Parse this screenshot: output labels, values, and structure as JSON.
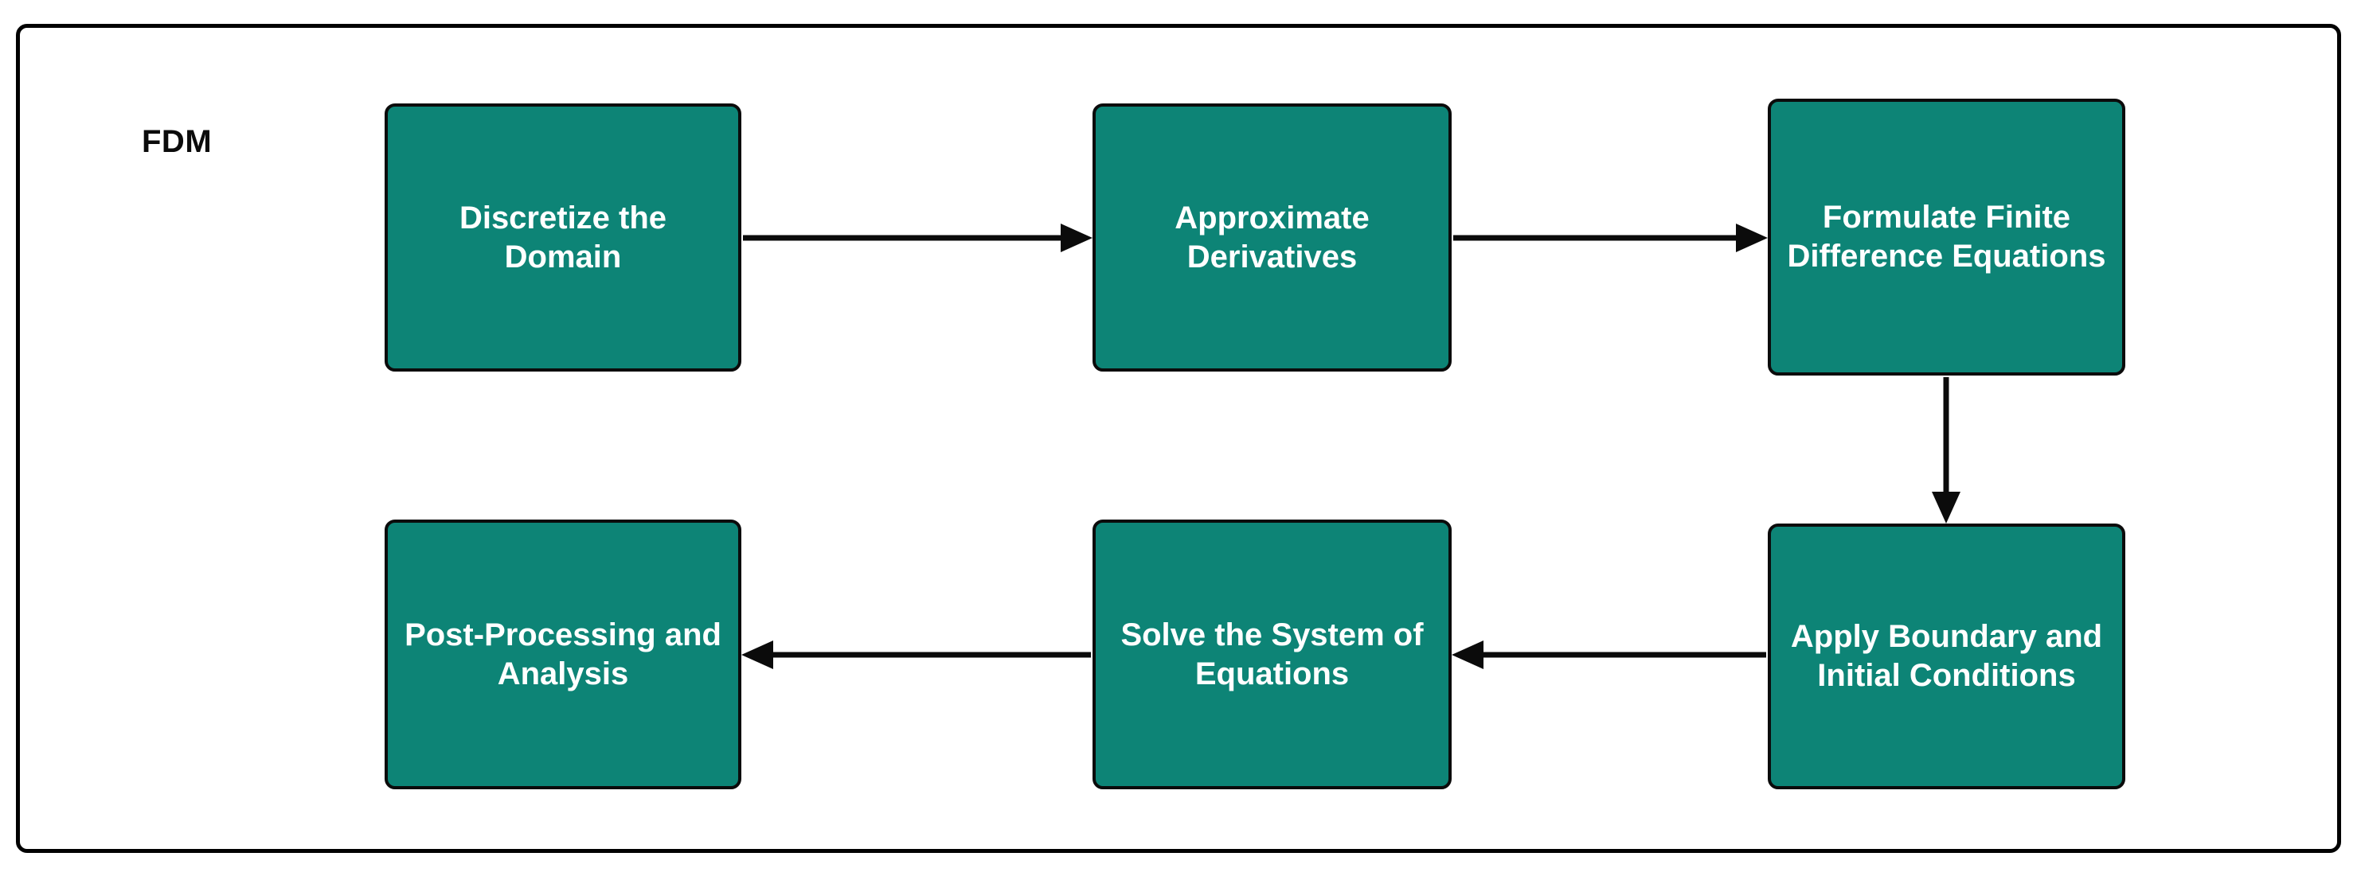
{
  "diagram": {
    "title_label": "FDM",
    "type": "flowchart",
    "background_color": "#ffffff",
    "container_border_color": "#000000",
    "node_fill_color": "#0D8476",
    "node_border_color": "#0b0b0b",
    "node_text_color": "#ffffff",
    "edge_color": "#0b0b0b"
  },
  "nodes": [
    {
      "id": "discretize",
      "label": "Discretize the Domain"
    },
    {
      "id": "approximate",
      "label": "Approximate Derivatives"
    },
    {
      "id": "formulate",
      "label": "Formulate Finite Difference Equations"
    },
    {
      "id": "boundary",
      "label": "Apply Boundary and Initial Conditions"
    },
    {
      "id": "solve",
      "label": "Solve the System of Equations"
    },
    {
      "id": "postproc",
      "label": "Post-Processing and Analysis"
    }
  ],
  "edges": [
    {
      "from": "discretize",
      "to": "approximate",
      "direction": "right",
      "label": ""
    },
    {
      "from": "approximate",
      "to": "formulate",
      "direction": "right",
      "label": ""
    },
    {
      "from": "formulate",
      "to": "boundary",
      "direction": "down",
      "label": ""
    },
    {
      "from": "boundary",
      "to": "solve",
      "direction": "left",
      "label": ""
    },
    {
      "from": "solve",
      "to": "postproc",
      "direction": "left",
      "label": ""
    }
  ]
}
